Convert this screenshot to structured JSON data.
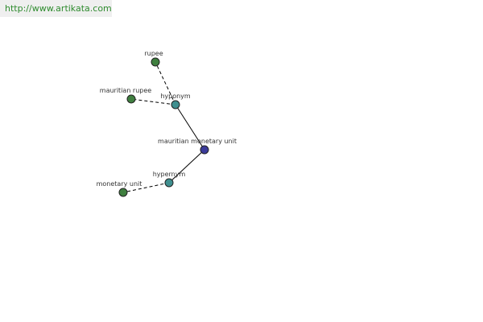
{
  "header": {
    "url": "http://www.artikata.com"
  },
  "graph": {
    "colors": {
      "center": "#3b3b9a",
      "relation": "#3f8f8f",
      "leaf": "#3f7f3f",
      "stroke": "#222222",
      "edge": "#000000"
    },
    "nodes": [
      {
        "id": "center",
        "label": "mauritian monetary unit",
        "kind": "center"
      },
      {
        "id": "hyponym",
        "label": "hyponym",
        "kind": "relation"
      },
      {
        "id": "hypernym",
        "label": "hypernym",
        "kind": "relation"
      },
      {
        "id": "rupee",
        "label": "rupee",
        "kind": "leaf"
      },
      {
        "id": "mauritian-rupee",
        "label": "mauritian rupee",
        "kind": "leaf"
      },
      {
        "id": "monetary-unit",
        "label": "monetary unit",
        "kind": "leaf"
      }
    ],
    "edges": [
      {
        "from": "center",
        "to": "hyponym",
        "style": "solid"
      },
      {
        "from": "center",
        "to": "hypernym",
        "style": "solid"
      },
      {
        "from": "hyponym",
        "to": "rupee",
        "style": "dashed"
      },
      {
        "from": "hyponym",
        "to": "mauritian-rupee",
        "style": "dashed"
      },
      {
        "from": "hypernym",
        "to": "monetary-unit",
        "style": "dashed"
      }
    ]
  }
}
